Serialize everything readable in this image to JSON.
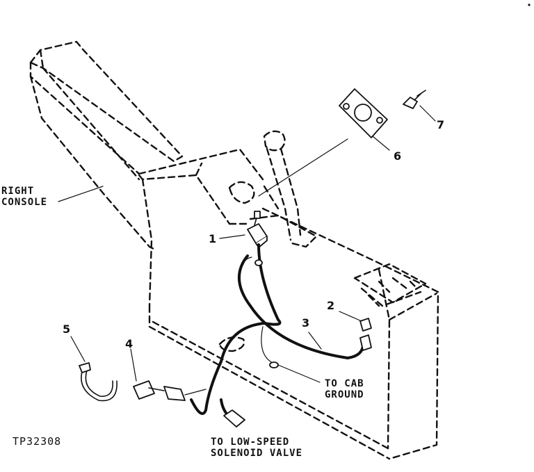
{
  "labels": {
    "right_console": [
      "RIGHT",
      "CONSOLE"
    ],
    "to_cab_ground": [
      "TO CAB",
      "GROUND"
    ],
    "to_solenoid": [
      "TO LOW-SPEED",
      "SOLENOID VALVE"
    ],
    "figure_id": "TP32308"
  },
  "callouts": [
    "1",
    "2",
    "3",
    "4",
    "5",
    "6",
    "7"
  ]
}
